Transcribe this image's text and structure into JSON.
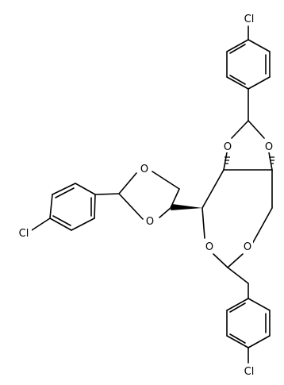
{
  "structure": {
    "atom_labels": {
      "cl_top": "Cl",
      "cl_left": "Cl",
      "cl_bottom": "Cl",
      "o_top_left": "O",
      "o_top_right": "O",
      "o_diox_top": "O",
      "o_diox_bottom": "O",
      "o_ring_left": "O",
      "o_ring_right": "O"
    },
    "colors": {
      "bond": "#000000",
      "background": "#ffffff"
    }
  }
}
